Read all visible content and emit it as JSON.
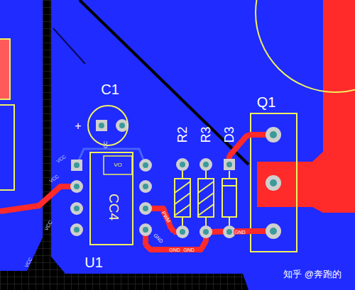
{
  "diagram": {
    "nodes": [
      {
        "text": [
          "C1"
        ]
      },
      {
        "text": [
          "U1"
        ]
      },
      {
        "text": [
          "R2"
        ]
      },
      {
        "text": [
          "R3"
        ]
      },
      {
        "text": [
          "D3"
        ]
      },
      {
        "text": [
          "Q1"
        ]
      }
    ],
    "edges": [
      {
        "from": 1,
        "to": 2,
        "arrow": "none"
      },
      {
        "from": 1,
        "to": 3,
        "arrow": "none"
      },
      {
        "from": 3,
        "to": 5,
        "arrow": "none"
      },
      {
        "from": 4,
        "to": 5,
        "arrow": "none"
      }
    ],
    "labels": [
      "+",
      "CC",
      "VO",
      "CC4",
      "VCC",
      "VCC",
      "VCC",
      "VCC",
      "PWM",
      "GND",
      "GND",
      "GND",
      "GND",
      "知乎 @奔跑的"
    ]
  }
}
